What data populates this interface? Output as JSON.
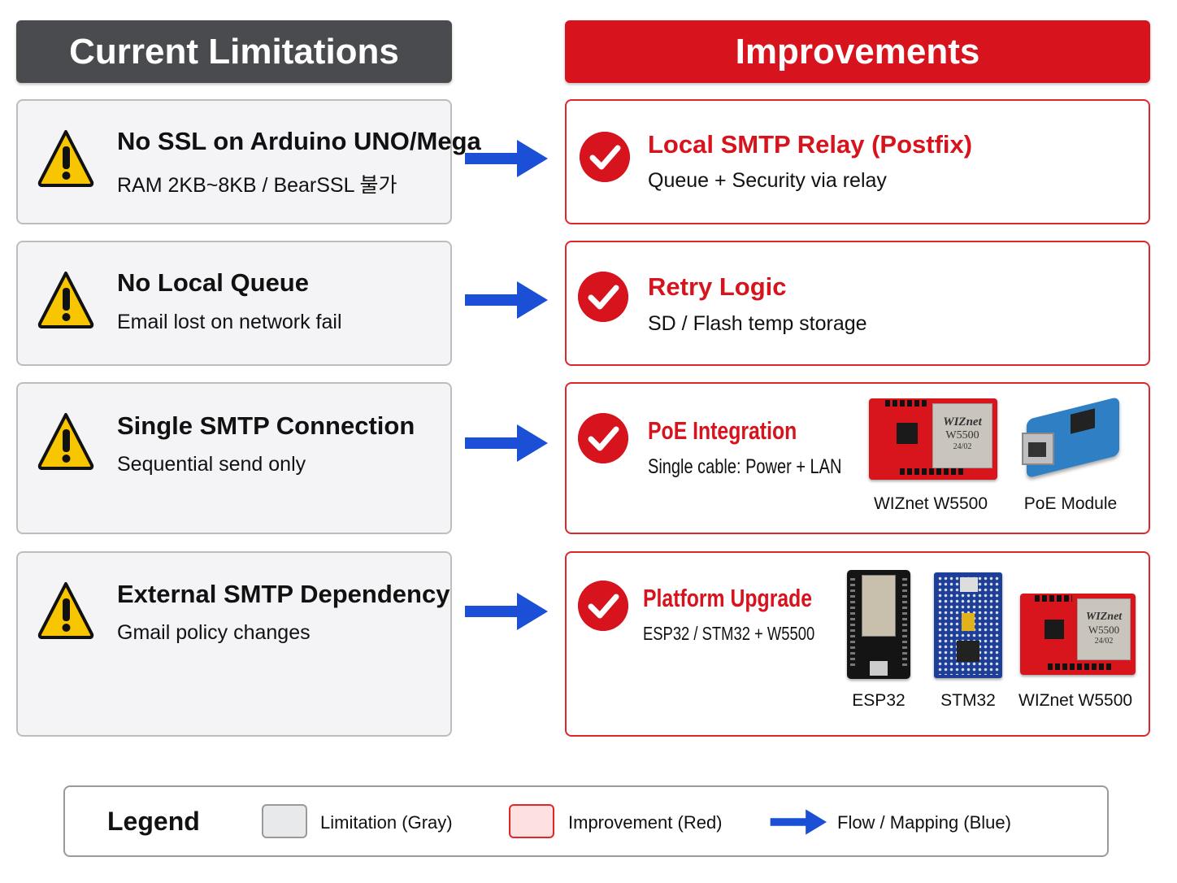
{
  "headers": {
    "left": "Current Limitations",
    "right": "Improvements"
  },
  "limitations": [
    {
      "title": "No SSL on Arduino UNO/Mega",
      "subtitle": "RAM 2KB~8KB / BearSSL 불가"
    },
    {
      "title": "No Local Queue",
      "subtitle": "Email lost on network fail"
    },
    {
      "title": "Single SMTP Connection",
      "subtitle": "Sequential send only"
    },
    {
      "title": "External SMTP Dependency",
      "subtitle": "Gmail policy changes"
    }
  ],
  "improvements": [
    {
      "title": "Local SMTP Relay (Postfix)",
      "subtitle": "Queue + Security via relay"
    },
    {
      "title": "Retry Logic",
      "subtitle": "SD / Flash temp storage"
    },
    {
      "title": "PoE Integration",
      "subtitle": "Single cable: Power + LAN",
      "modules": [
        "WIZnet W5500",
        "PoE Module"
      ]
    },
    {
      "title": "Platform Upgrade",
      "subtitle": "ESP32 / STM32 + W5500",
      "modules": [
        "ESP32",
        "STM32",
        "WIZnet W5500"
      ]
    }
  ],
  "chip_markings": {
    "brand": "WIZnet",
    "model": "W5500",
    "date": "24/02"
  },
  "legend": {
    "title": "Legend",
    "items": [
      {
        "label": "Limitation (Gray)",
        "color": "#e8e9eb"
      },
      {
        "label": "Improvement (Red)",
        "color": "#fde0e0"
      },
      {
        "label": "Flow / Mapping (Blue)",
        "color": "#1a4fd6"
      }
    ]
  },
  "colors": {
    "gray_header": "#4a4b4f",
    "red_header": "#d7131d",
    "arrow": "#1a4fd6",
    "warning": "#f7c600"
  }
}
